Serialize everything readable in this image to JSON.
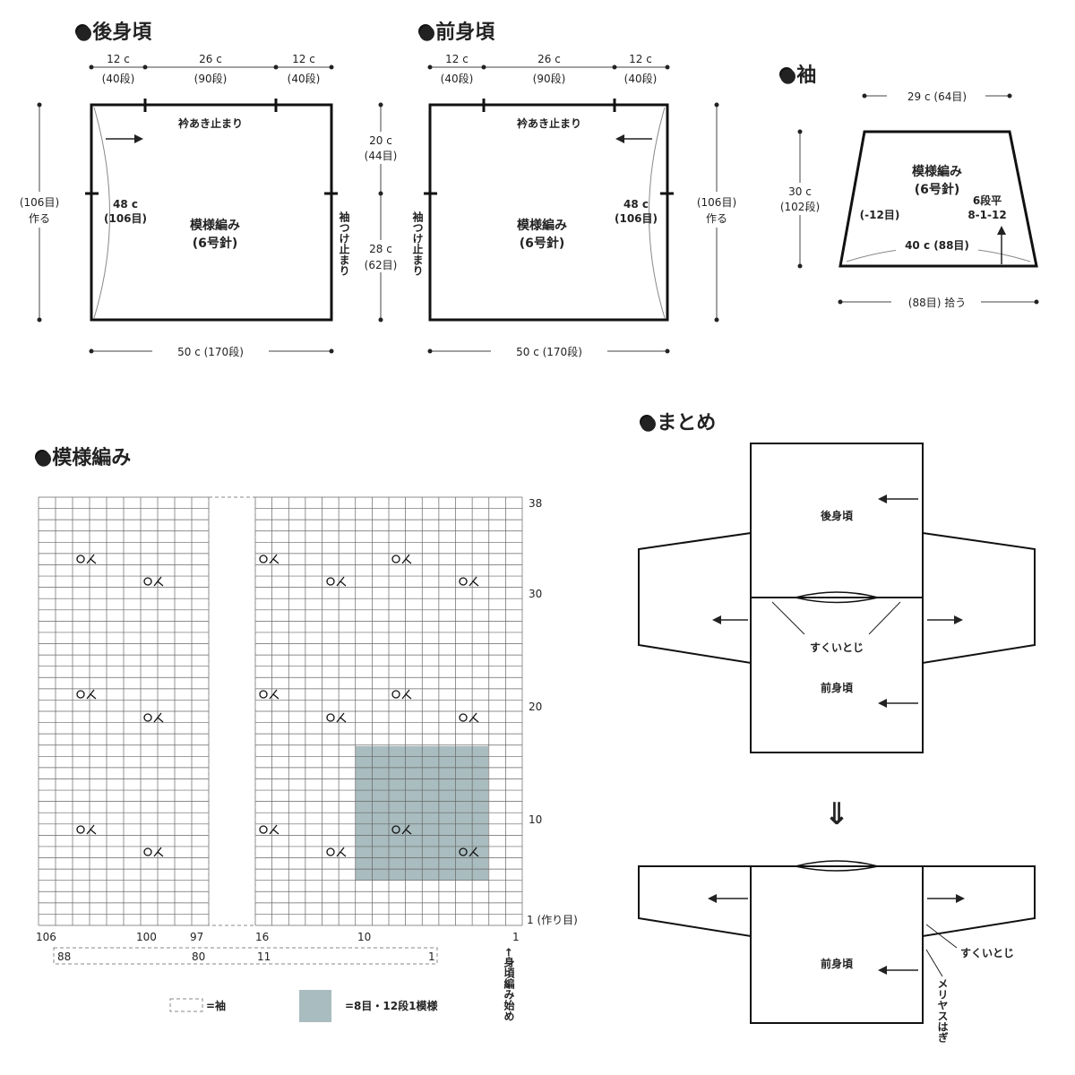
{
  "back": {
    "title": "●後身頃",
    "top_dims": [
      {
        "cm": "12 c",
        "rows": "(40段)"
      },
      {
        "cm": "26 c",
        "rows": "(90段)"
      },
      {
        "cm": "12 c",
        "rows": "(40段)"
      }
    ],
    "collar_label": "衿あき止まり",
    "left_cast_on": "(106目)",
    "left_cast_on_2": "作る",
    "inner_h": "48 c",
    "inner_h_sts": "(106目)",
    "pattern": "模様編み",
    "needle": "(6号針)",
    "sleeve_stop": "袖つけ止まり",
    "bottom_dim": "50 c (170段)"
  },
  "mid_dims": [
    {
      "cm": "20 c",
      "sts": "(44目)"
    },
    {
      "cm": "28 c",
      "sts": "(62目)"
    }
  ],
  "front": {
    "title": "●前身頃",
    "top_dims": [
      {
        "cm": "12 c",
        "rows": "(40段)"
      },
      {
        "cm": "26 c",
        "rows": "(90段)"
      },
      {
        "cm": "12 c",
        "rows": "(40段)"
      }
    ],
    "collar_label": "衿あき止まり",
    "right_cast_on": "(106目)",
    "right_cast_on_2": "作る",
    "inner_h": "48 c",
    "inner_h_sts": "(106目)",
    "pattern": "模様編み",
    "needle": "(6号針)",
    "sleeve_stop": "袖つけ止まり",
    "bottom_dim": "50 c (170段)"
  },
  "sleeve": {
    "title": "●袖",
    "top": "29 c (64目)",
    "height": "30 c",
    "height_rows": "(102段)",
    "pattern": "模様編み",
    "needle": "(6号針)",
    "dec": "(-12目)",
    "dec_rule_1": "6段平",
    "dec_rule_2": "8-1-12",
    "bottom": "40 c (88目)",
    "pickup": "(88目) 拾う"
  },
  "chart": {
    "title": "●模様編み",
    "row_labels": [
      "38",
      "30",
      "20",
      "10",
      "1 (作り目)"
    ],
    "col_labels": [
      "106",
      "100",
      "97",
      "16",
      "10",
      "1"
    ],
    "sleeve_col_labels": [
      "88",
      "80",
      "11",
      "1"
    ],
    "start_note": "←身頃編み始め",
    "legend_sleeve": "=袖",
    "legend_repeat": "=8目・12段1模様",
    "repeat_color": "#a9bcbf"
  },
  "assembly": {
    "title": "●まとめ",
    "back_label": "後身頃",
    "front_label": "前身頃",
    "seam1": "すくいとじ",
    "arrow": "⇓",
    "seam2": "すくいとじ",
    "graft": "メリヤスはぎ"
  }
}
